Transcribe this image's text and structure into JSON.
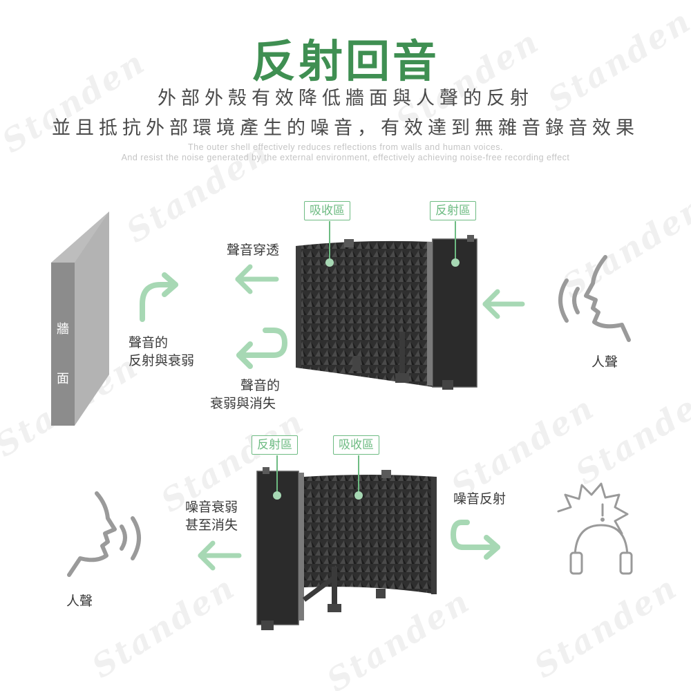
{
  "colors": {
    "title": "#3f8f52",
    "accent_green": "#a7d8b4",
    "tag_green": "#6dbb82",
    "icon_gray": "#9a9a9a",
    "wall_front": "#8c8c8c",
    "wall_side": "#b8b8b8",
    "panel_dark": "#2b2b2b",
    "watermark": "#ededed"
  },
  "header": {
    "title": "反射回音",
    "subtitle_line1": "外部外殼有效降低牆面與人聲的反射",
    "subtitle_line2": "並且抵抗外部環境產生的噪音，有效達到無雜音錄音效果",
    "english_line1": "The outer shell effectively reduces reflections from walls and human voices.",
    "english_line2": "And resist the noise generated by the external environment, effectively achieving noise-free recording effect"
  },
  "watermark": {
    "text": "Standen"
  },
  "top_diagram": {
    "wall_char1": "牆",
    "wall_char2": "面",
    "tag_absorb": "吸收區",
    "tag_reflect": "反射區",
    "label_penetrate": "聲音穿透",
    "label_reflect_weaken_l1": "聲音的",
    "label_reflect_weaken_l2": "反射與衰弱",
    "label_weaken_vanish_l1": "聲音的",
    "label_weaken_vanish_l2": "衰弱與消失",
    "label_voice": "人聲",
    "icons": [
      "speaking-head-icon",
      "u-turn-arrow-icon",
      "left-arrow-icon",
      "wall-icon"
    ]
  },
  "bottom_diagram": {
    "tag_reflect": "反射區",
    "tag_absorb": "吸收區",
    "label_noise_weaken_l1": "噪音衰弱",
    "label_noise_weaken_l2": "甚至消失",
    "label_noise_reflect": "噪音反射",
    "label_voice": "人聲",
    "icons": [
      "speaking-head-icon",
      "noise-headphones-icon",
      "u-turn-arrow-icon",
      "left-arrow-icon"
    ]
  }
}
